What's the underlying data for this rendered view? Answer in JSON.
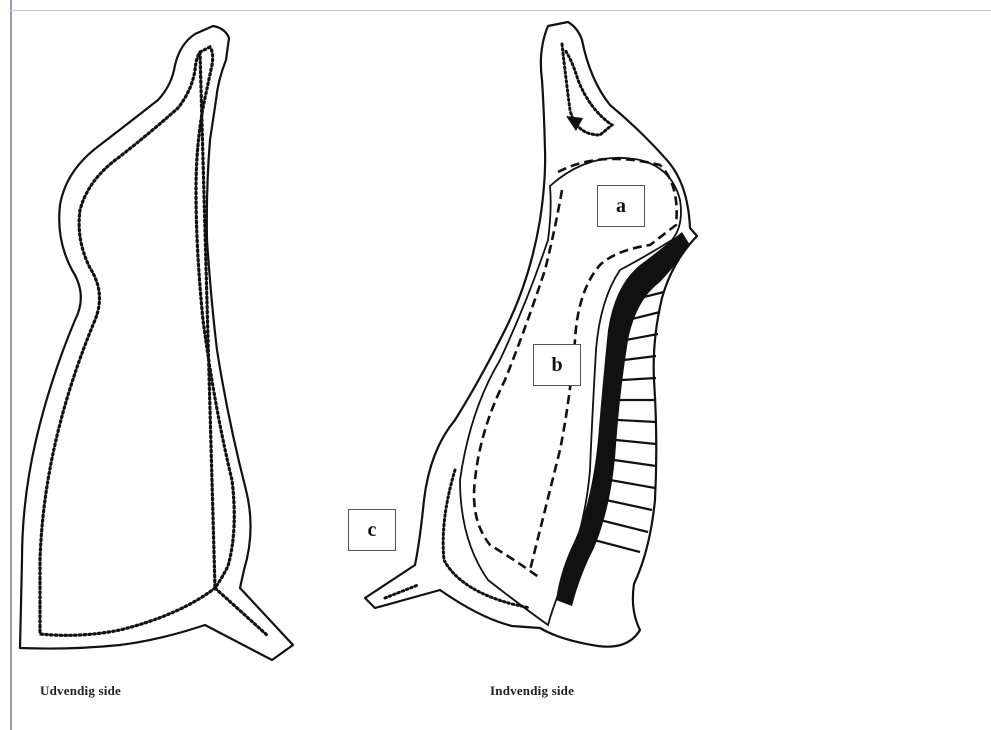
{
  "captions": {
    "outside": "Udvendig side",
    "inside": "Indvendig side"
  },
  "regions": {
    "a": "a",
    "b": "b",
    "c": "c"
  },
  "colors": {
    "ink": "#111111",
    "frame": "#9a9ab0"
  }
}
